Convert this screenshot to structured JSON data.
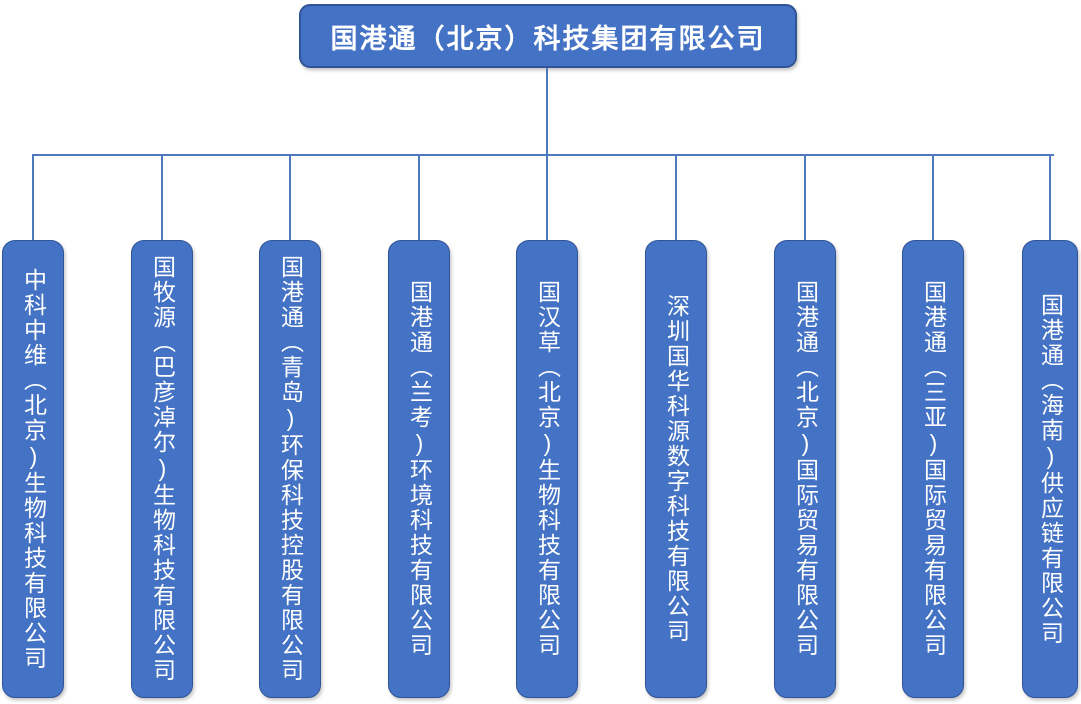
{
  "diagram": {
    "type": "org-chart",
    "root": {
      "name": "国港通（北京）科技集团有限公司"
    },
    "subsidiaries": [
      {
        "name": "中科中维（北京)生物科技有限公司"
      },
      {
        "name": "国牧源（巴彦淖尔)生物科技有限公司"
      },
      {
        "name": "国港通（青岛)环保科技控股有限公司"
      },
      {
        "name": "国港通（兰考)环境科技有限公司"
      },
      {
        "name": "国汉草（北京)生物科技有限公司"
      },
      {
        "name": "深圳国华科源数字科技有限公司"
      },
      {
        "name": "国港通（北京)国际贸易有限公司"
      },
      {
        "name": "国港通（三亚)国际贸易有限公司"
      },
      {
        "name": "国港通（海南)供应链有限公司"
      }
    ]
  },
  "colors": {
    "box_fill": "#4472C4",
    "box_border": "#2F5597",
    "connector": "#4D79BE",
    "text_color": "#FFFFFF"
  }
}
